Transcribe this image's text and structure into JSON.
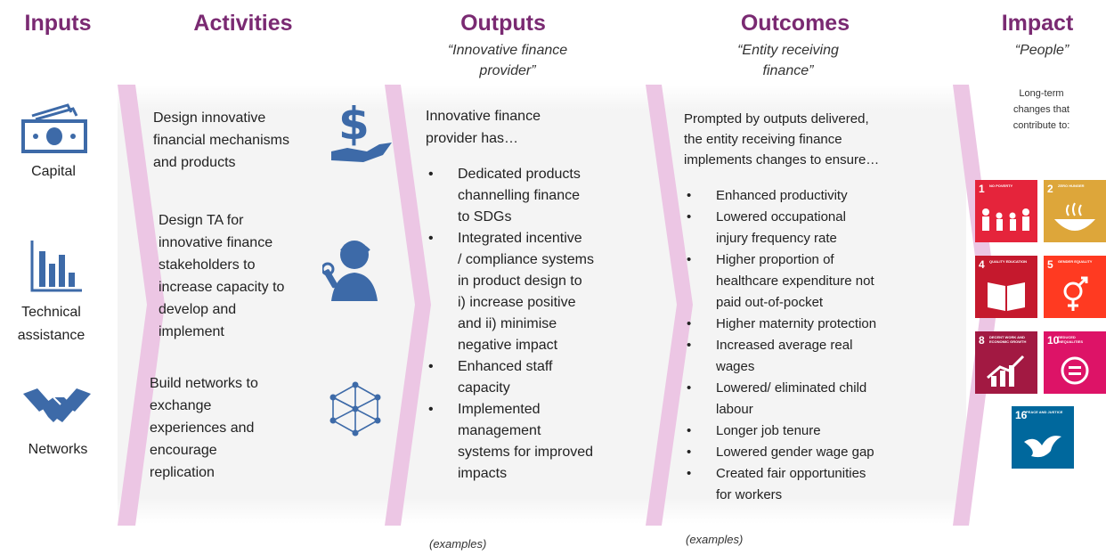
{
  "headers": {
    "inputs": "Inputs",
    "activities": "Activities",
    "outputs": "Outputs",
    "outcomes": "Outcomes",
    "impact": "Impact"
  },
  "subtitles": {
    "outputs_line1": "“Innovative finance",
    "outputs_line2": "provider”",
    "outcomes_line1": "“Entity receiving",
    "outcomes_line2": "finance”",
    "impact": "“People”"
  },
  "inputs": [
    {
      "label_lines": [
        "Capital"
      ],
      "icon": "money-icon"
    },
    {
      "label_lines": [
        "Technical",
        "assistance"
      ],
      "icon": "bar-chart-icon"
    },
    {
      "label_lines": [
        "Networks"
      ],
      "icon": "handshake-icon"
    }
  ],
  "activities": [
    {
      "lines": [
        "Design innovative",
        "financial mechanisms",
        "and products"
      ],
      "icon": "dollar-hand-icon"
    },
    {
      "lines": [
        "Design TA for",
        "innovative finance",
        "stakeholders to",
        "increase capacity to",
        "develop and",
        "implement"
      ],
      "icon": "support-person-icon"
    },
    {
      "lines": [
        "Build networks to",
        "exchange",
        "experiences and",
        "encourage",
        "replication"
      ],
      "icon": "network-icon"
    }
  ],
  "outputs": {
    "intro_lines": [
      "Innovative finance",
      "provider has…"
    ],
    "bullets": [
      {
        "lines": [
          "Dedicated products",
          "channelling finance",
          "to SDGs"
        ]
      },
      {
        "lines": [
          "Integrated incentive",
          "/ compliance systems",
          "in product design to",
          "i) increase positive",
          "and ii) minimise",
          "negative impact"
        ]
      },
      {
        "lines": [
          "Enhanced staff",
          "capacity"
        ]
      },
      {
        "lines": [
          "Implemented",
          "management",
          "systems for improved",
          "impacts"
        ]
      }
    ],
    "example": "(examples)"
  },
  "outcomes": {
    "intro_lines": [
      "Prompted by outputs delivered,",
      "the entity receiving finance",
      "implements changes to ensure…"
    ],
    "bullets": [
      {
        "lines": [
          "Enhanced productivity"
        ]
      },
      {
        "lines": [
          "Lowered occupational",
          "injury frequency rate"
        ]
      },
      {
        "lines": [
          "Higher proportion of",
          "healthcare expenditure not",
          "paid out-of-pocket"
        ]
      },
      {
        "lines": [
          "Higher maternity protection"
        ]
      },
      {
        "lines": [
          "Increased average real",
          "wages"
        ]
      },
      {
        "lines": [
          "Lowered/ eliminated child",
          "labour"
        ]
      },
      {
        "lines": [
          "Longer job tenure"
        ]
      },
      {
        "lines": [
          "Lowered gender wage gap"
        ]
      },
      {
        "lines": [
          "Created fair opportunities",
          "for workers"
        ]
      }
    ],
    "example": "(examples)"
  },
  "impact": {
    "desc_lines": [
      "Long-term",
      "changes that",
      "contribute to:"
    ],
    "sdgs": [
      {
        "num": "1",
        "label": "No poverty",
        "color": "#e5243b",
        "icon": "family-icon"
      },
      {
        "num": "2",
        "label": "Zero hunger",
        "color": "#dda63a",
        "icon": "bowl-icon"
      },
      {
        "num": "4",
        "label": "Quality education",
        "color": "#c5192d",
        "icon": "book-icon"
      },
      {
        "num": "5",
        "label": "Gender equality",
        "color": "#ff3a21",
        "icon": "gender-icon"
      },
      {
        "num": "8",
        "label": "Decent work and economic growth",
        "color": "#a21942",
        "icon": "growth-icon"
      },
      {
        "num": "10",
        "label": "Reduced inequalities",
        "color": "#dd1367",
        "icon": "equality-icon"
      },
      {
        "num": "16",
        "label": "Peace and justice",
        "color": "#00689d",
        "icon": "dove-icon"
      }
    ]
  },
  "colors": {
    "header": "#7a2a72",
    "icon_blue": "#3d6aa8",
    "arrow_pink": "#ecc6e4",
    "panel": "#f4f4f4"
  }
}
